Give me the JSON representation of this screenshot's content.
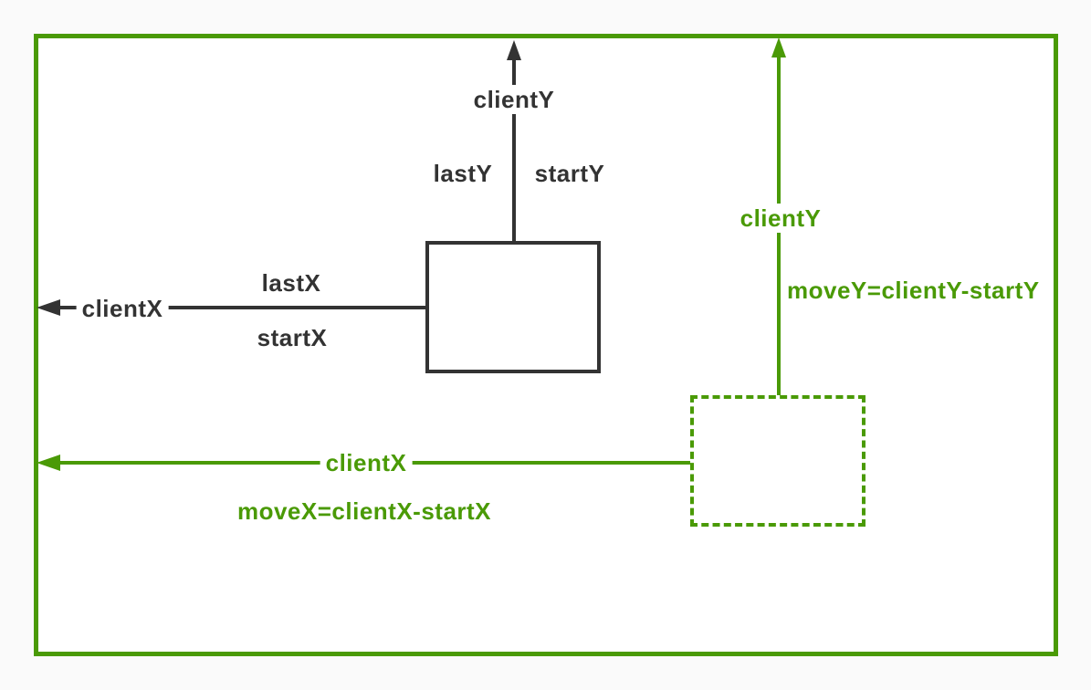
{
  "colors": {
    "green": "#4a9a06",
    "ink": "#333333",
    "canvas_bg": "#fafafa",
    "surface_bg": "#ffffff"
  },
  "labels": {
    "black": {
      "clientY": "clientY",
      "lastY": "lastY",
      "startY": "startY",
      "clientX": "clientX",
      "lastX": "lastX",
      "startX": "startX"
    },
    "green": {
      "clientY": "clientY",
      "moveY": "moveY=clientY-startY",
      "clientX": "clientX",
      "moveX": "moveX=clientX-startX"
    }
  }
}
